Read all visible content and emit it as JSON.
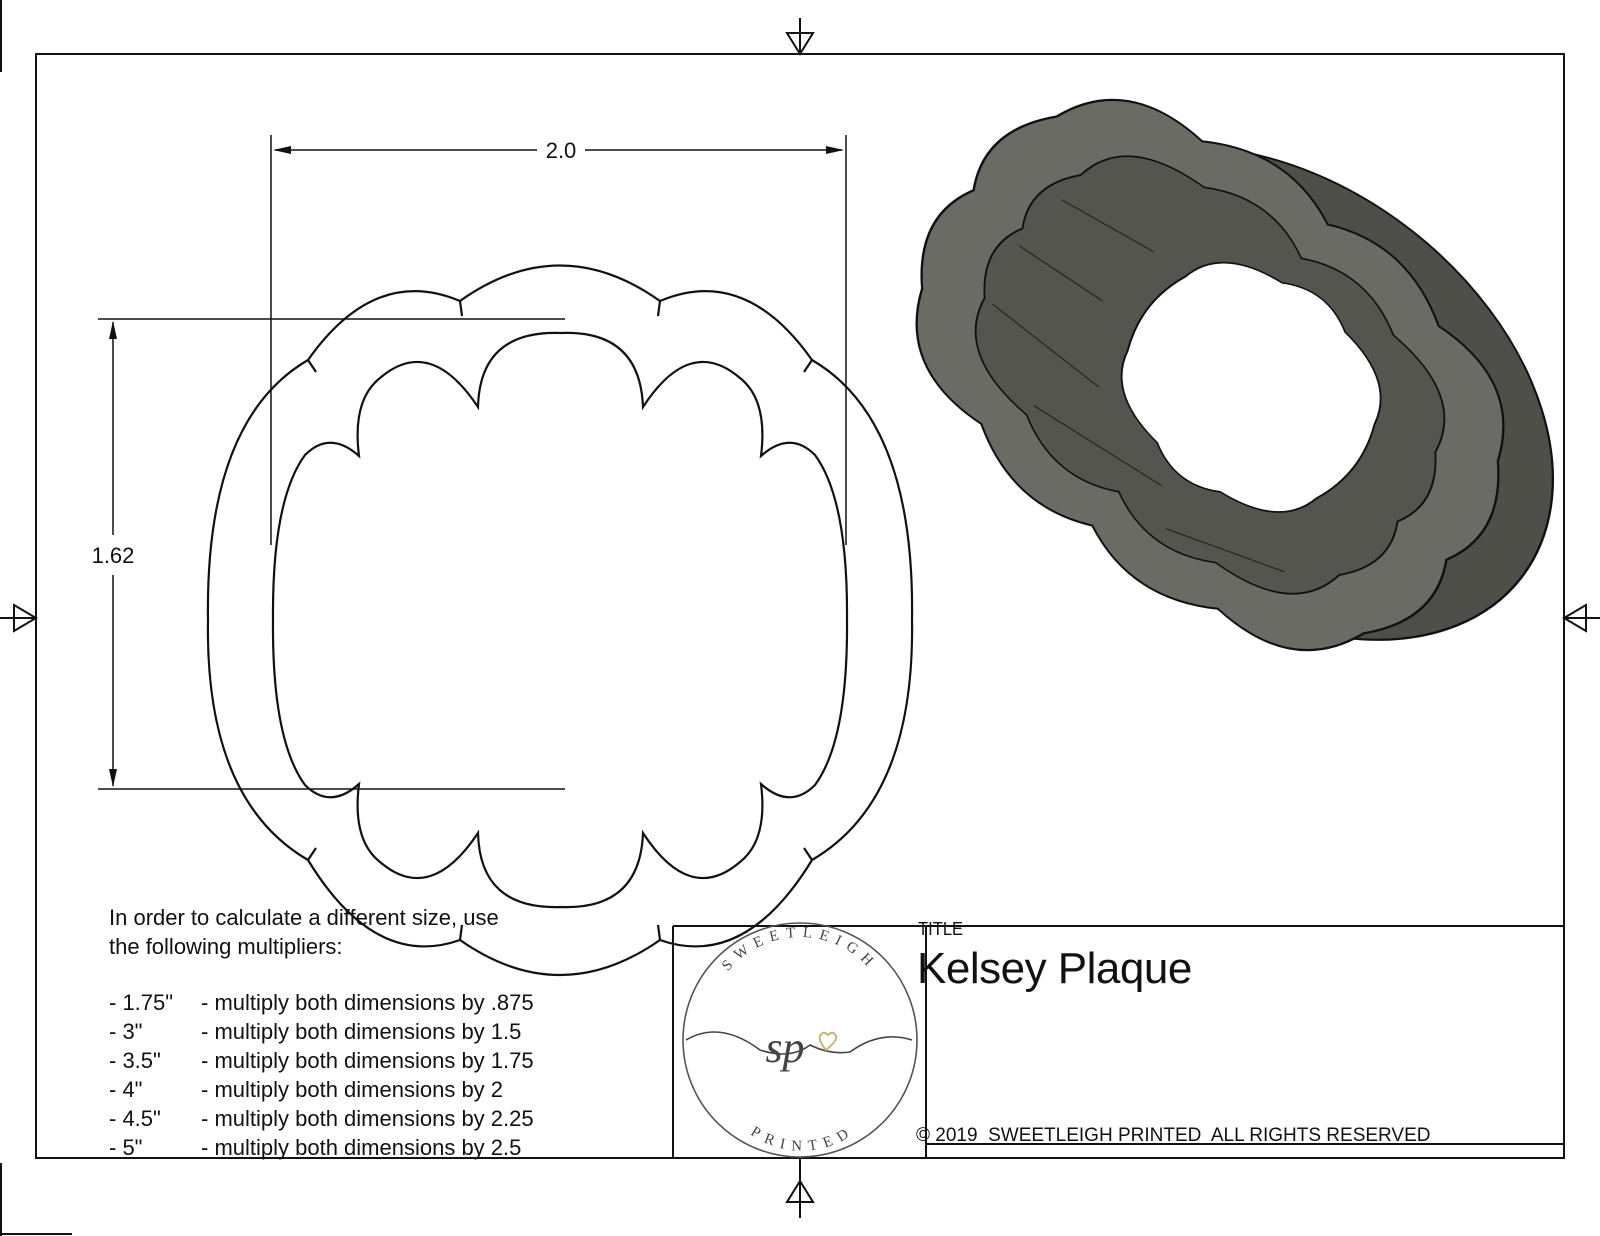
{
  "drawing": {
    "title_label": "TITLE",
    "title": "Kelsey Plaque",
    "copyright": "© 2019  SWEETLEIGH PRINTED  ALL RIGHTS RESERVED",
    "dimensions": {
      "width_label": "2.0",
      "height_label": "1.62",
      "units": "inches"
    },
    "logo": {
      "top_text": "SWEETLEIGH",
      "bottom_text": "PRINTED",
      "monogram": "sp",
      "heart_color": "#c9b27a",
      "ink_color": "#444444"
    },
    "model_color": "#5e5e58"
  },
  "notes": {
    "intro_line1": "In order to calculate a different size, use",
    "intro_line2": "the following multipliers:",
    "multipliers": [
      {
        "size": "- 1.75\"",
        "text": "- multiply both dimensions by .875"
      },
      {
        "size": "- 3\"",
        "text": "- multiply both dimensions by 1.5"
      },
      {
        "size": "- 3.5\"",
        "text": "- multiply both dimensions by 1.75"
      },
      {
        "size": "- 4\"",
        "text": "- multiply both dimensions by 2"
      },
      {
        "size": "- 4.5\"",
        "text": "- multiply both dimensions by 2.25"
      },
      {
        "size": "- 5\"",
        "text": "- multiply both dimensions by 2.5"
      }
    ]
  }
}
